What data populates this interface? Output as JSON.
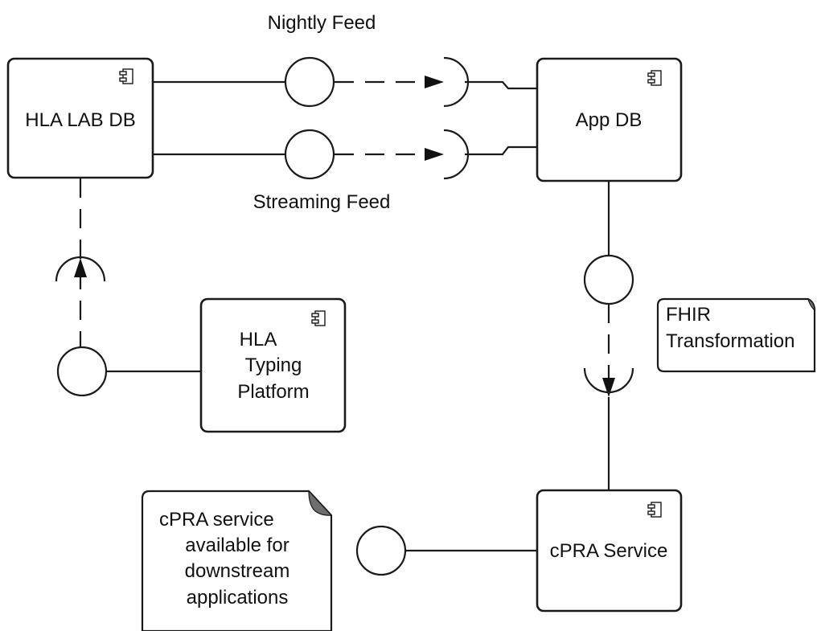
{
  "components": {
    "hla_lab_db": {
      "label": "HLA LAB DB"
    },
    "app_db": {
      "label": "App DB"
    },
    "hla_typing_platform": {
      "label_lines": [
        "HLA",
        "Typing",
        "Platform"
      ]
    },
    "cpra_service": {
      "label": "cPRA Service"
    }
  },
  "feeds": {
    "nightly": "Nightly Feed",
    "streaming": "Streaming Feed"
  },
  "notes": {
    "fhir": [
      "FHIR",
      "Transformation"
    ],
    "cpra": [
      "cPRA service",
      "available for",
      "downstream",
      "applications"
    ]
  },
  "icon": "component-icon"
}
